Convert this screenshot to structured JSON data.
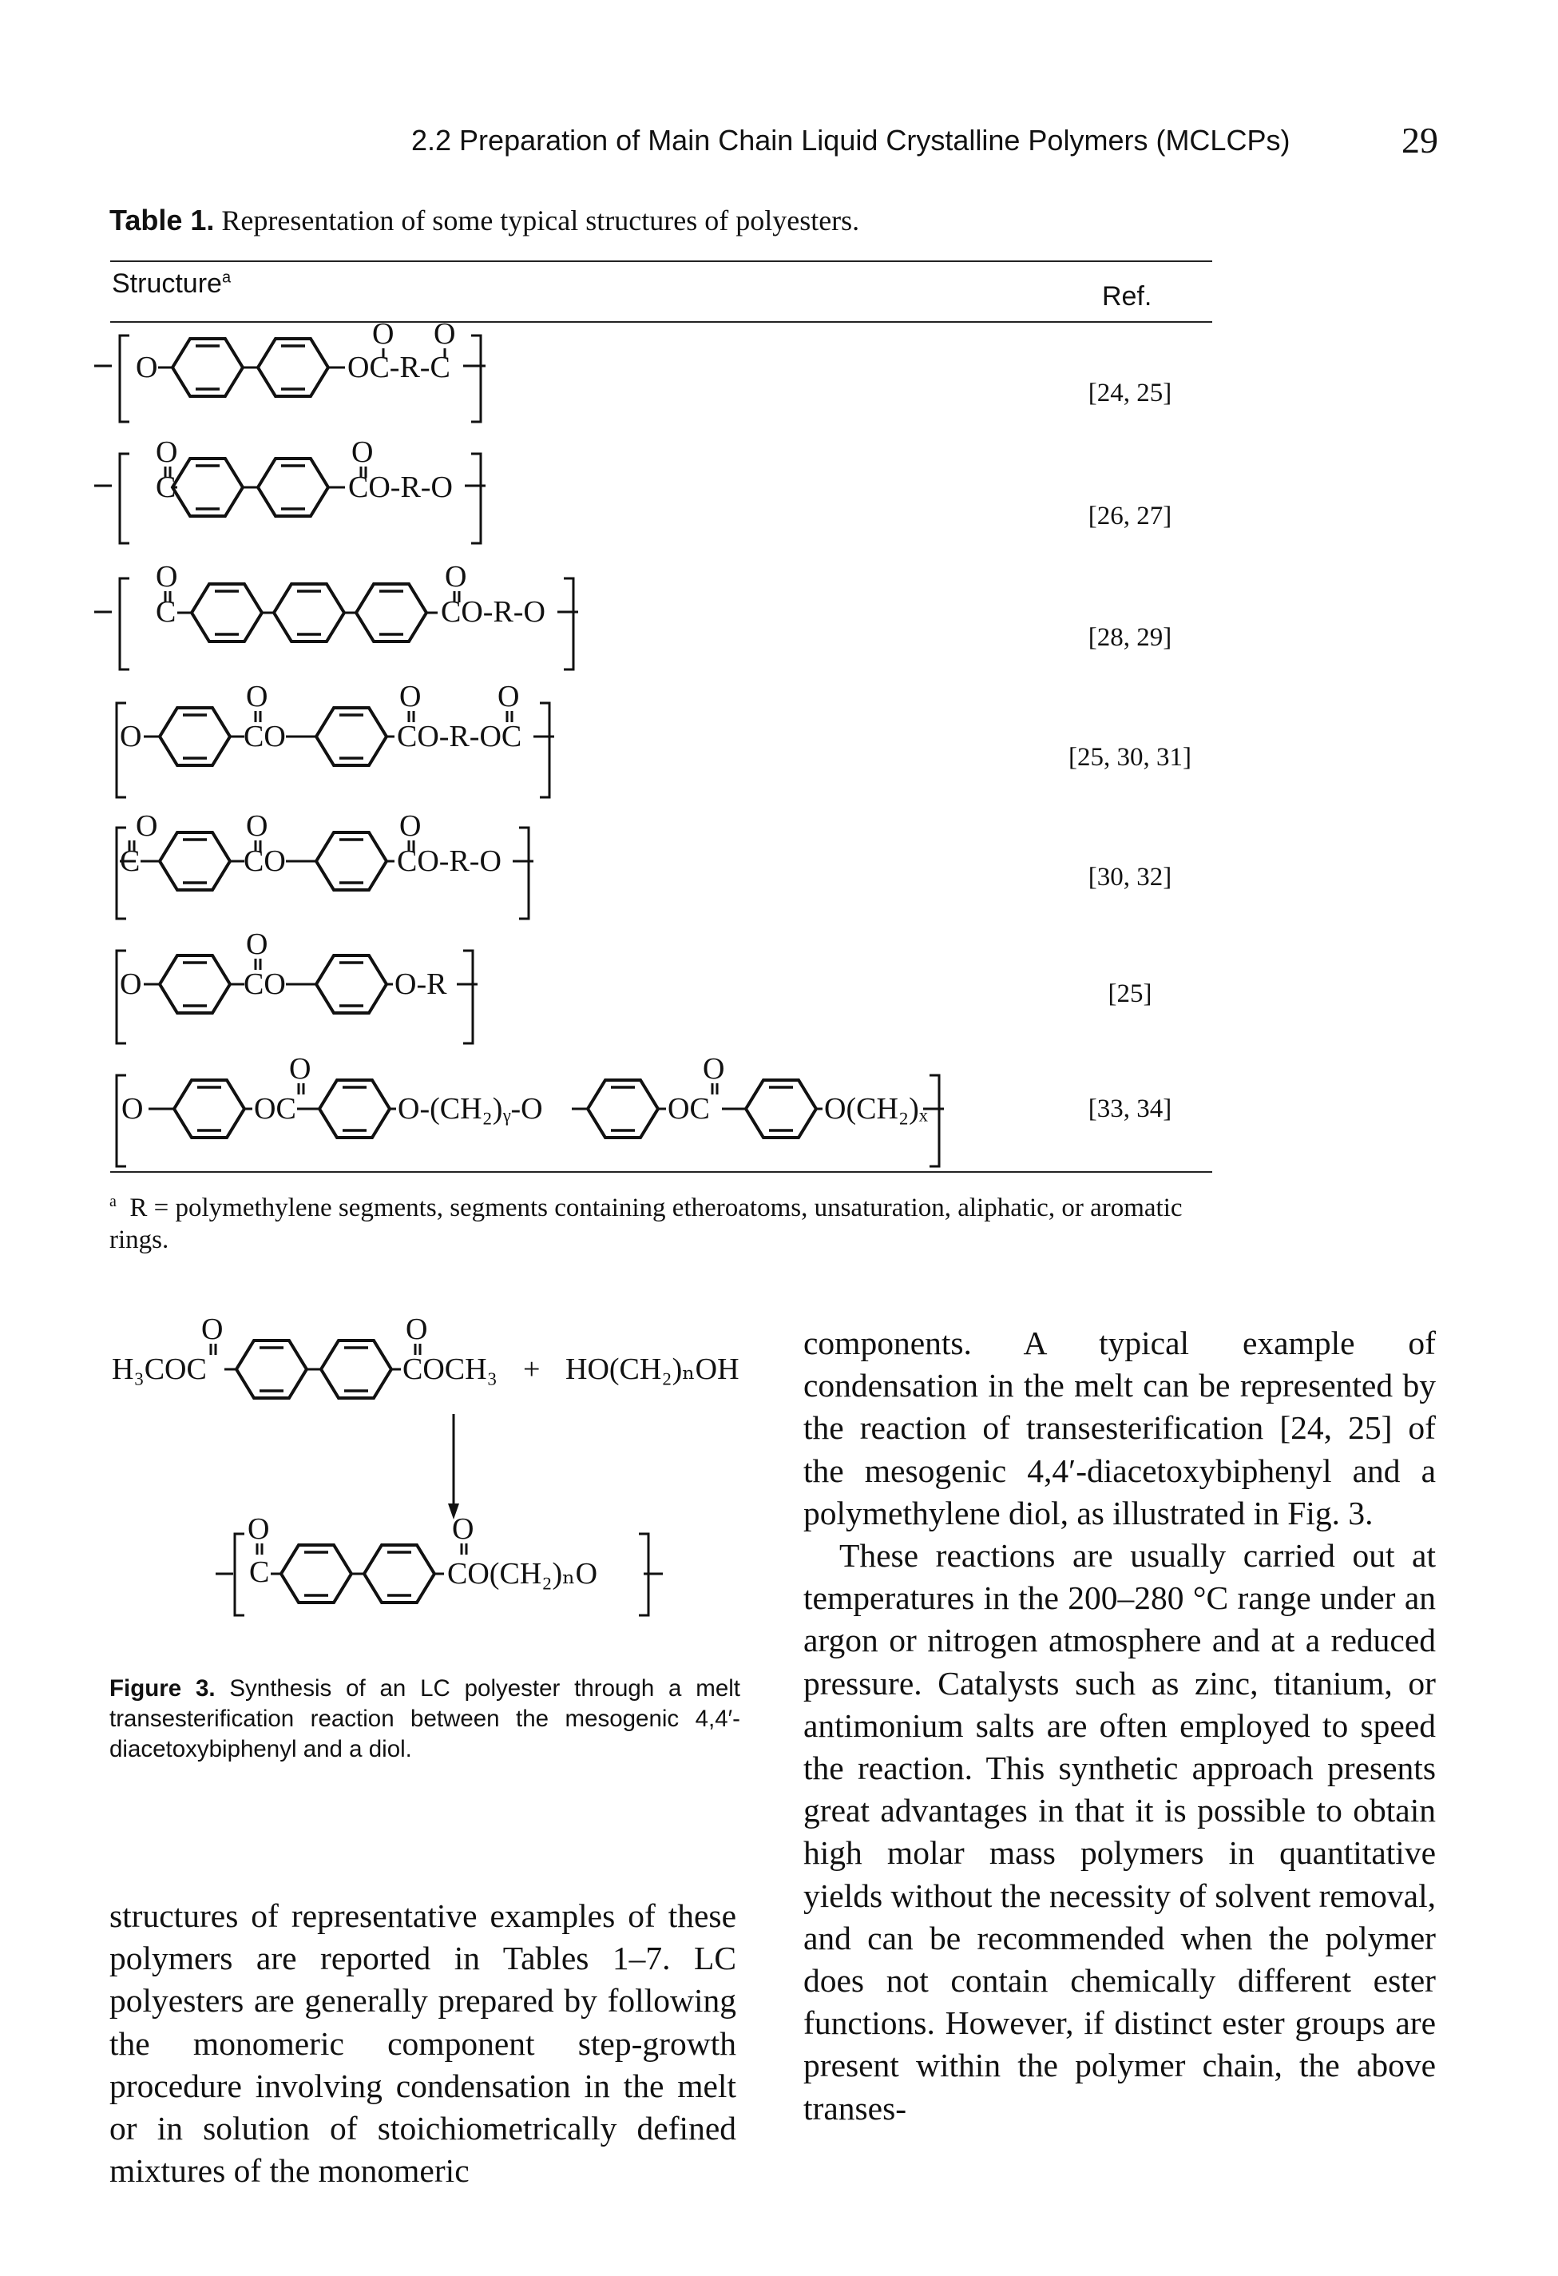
{
  "header": {
    "section": "2.2 Preparation of Main Chain Liquid Crystalline Polymers (MCLCPs)",
    "page_number": "29"
  },
  "table": {
    "caption_label": "Table 1.",
    "caption_text": " Representation of some typical structures of polyesters.",
    "col_structure": "Structure",
    "col_structure_sup": "a",
    "col_ref": "Ref.",
    "rows": [
      {
        "ref": "[24, 25]"
      },
      {
        "ref": "[26, 27]"
      },
      {
        "ref": "[28, 29]"
      },
      {
        "ref": "[25, 30, 31]"
      },
      {
        "ref": "[30, 32]"
      },
      {
        "ref": "[25]"
      },
      {
        "ref": "[33, 34]"
      }
    ],
    "footnote_mark": "a",
    "footnote": "R = polymethylene segments, segments containing etheroatoms, unsaturation, aliphatic, or aromatic rings."
  },
  "chem": {
    "O": "O",
    "OC_R_C": "OC-R-C",
    "C": "C",
    "CO_R_O": "CO-R-O",
    "CO": "CO",
    "CO_R_OC": "CO-R-OC",
    "O_R": "O-R",
    "OC": "OC",
    "O_CH2_y_O": "O-(CH₂)ᵧ-O",
    "O_CH2_x": "O(CH₂)ₓ",
    "H3COC": "H₃COC",
    "COCH3": "COCH₃",
    "plus": "+",
    "HO_CH2_n_OH": "HO(CH₂)ₙOH",
    "CO_CH2_n_O": "CO(CH₂)ₙO"
  },
  "figure": {
    "caption_label": "Figure 3.",
    "caption_text": " Synthesis of an LC polyester through a melt transesterification reaction between the mesogenic 4,4′-diacetoxybiphenyl and a diol."
  },
  "body": {
    "left_column": "structures of representative examples of these polymers are reported in Tables 1–7. LC polyesters are generally prepared by following the monomeric component step-growth procedure involving condensation in the melt or in solution of stoichiometrically defined mixtures of the monomeric",
    "right_p1": "components. A typical example of condensation in the melt can be represented by the reaction of transesterification [24, 25] of the mesogenic 4,4′-diacetoxybiphenyl and a polymethylene diol, as illustrated in Fig. 3.",
    "right_p2": "These reactions are usually carried out at temperatures in the 200–280 °C range under an argon or nitrogen atmosphere and at a reduced pressure. Catalysts such as zinc, titanium, or antimonium salts are often employed to speed the reaction. This synthetic approach presents great advantages in that it is possible to obtain high molar mass polymers in quantitative yields without the necessity of solvent removal, and can be recommended when the polymer does not contain chemically different ester functions. However, if distinct ester groups are present within the polymer chain, the above transes-"
  }
}
